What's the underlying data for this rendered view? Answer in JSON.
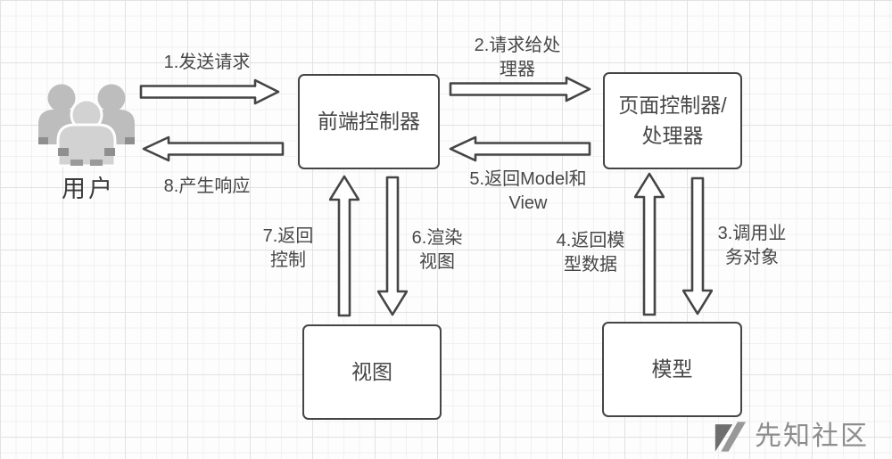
{
  "diagram": {
    "nodes": {
      "user": {
        "label": "用户"
      },
      "front_controller": {
        "label": "前端控制器"
      },
      "page_controller": {
        "label": "页面控制器/\n处理器"
      },
      "view": {
        "label": "视图"
      },
      "model": {
        "label": "模型"
      }
    },
    "arrows": {
      "a1": {
        "label": "1.发送请求",
        "direction": "right"
      },
      "a2": {
        "label": "2.请求给处\n理器",
        "direction": "right"
      },
      "a3": {
        "label": "3.调用业\n务对象",
        "direction": "down"
      },
      "a4": {
        "label": "4.返回模\n型数据",
        "direction": "up"
      },
      "a5": {
        "label": "5.返回Model和\nView",
        "direction": "left"
      },
      "a6": {
        "label": "6.渲染\n视图",
        "direction": "down"
      },
      "a7": {
        "label": "7.返回\n控制",
        "direction": "up"
      },
      "a8": {
        "label": "8.产生响应",
        "direction": "left"
      }
    },
    "watermark": {
      "text": "先知社区"
    },
    "colors": {
      "stroke": "#454545",
      "text": "#474747",
      "grid_minor": "#f1f1f1",
      "grid_major": "#e2e2e2",
      "watermark_text": "#8d8d8d",
      "watermark_logo_dark": "#6e6e6e",
      "watermark_logo_light": "#989898",
      "people_back": "#bdbdbd",
      "people_front": "#d2d2d2",
      "people_cuff": "#8f8f8f"
    }
  }
}
